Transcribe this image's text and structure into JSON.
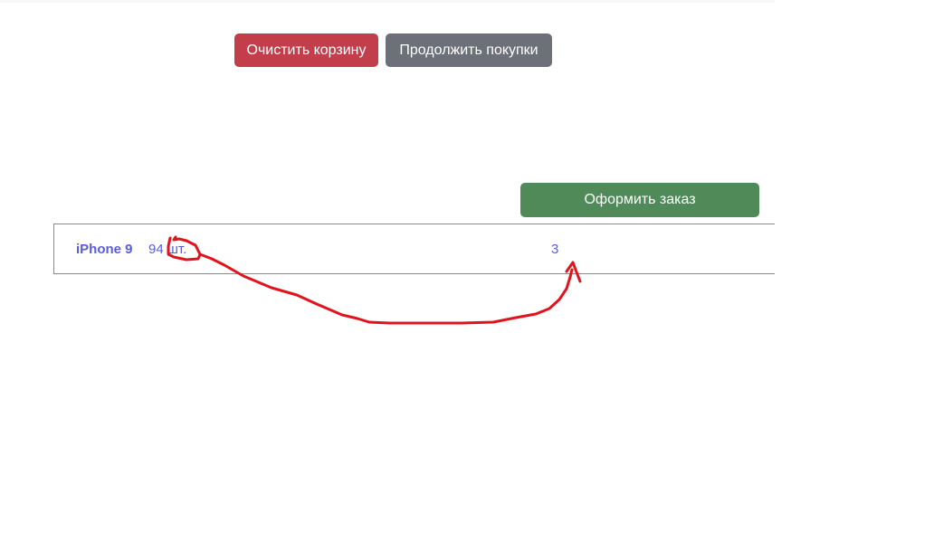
{
  "actions": {
    "clear_cart_label": "Очистить корзину",
    "continue_shopping_label": "Продолжить покупки",
    "checkout_label": "Оформить заказ"
  },
  "cart": {
    "items": [
      {
        "name": "iPhone 9",
        "stock": "94 шт.",
        "quantity": "3"
      }
    ]
  },
  "colors": {
    "danger": "#c13e4a",
    "secondary": "#6c7078",
    "success": "#4f8a58",
    "link": "#5a5ce0",
    "annotation": "#e0141e"
  }
}
